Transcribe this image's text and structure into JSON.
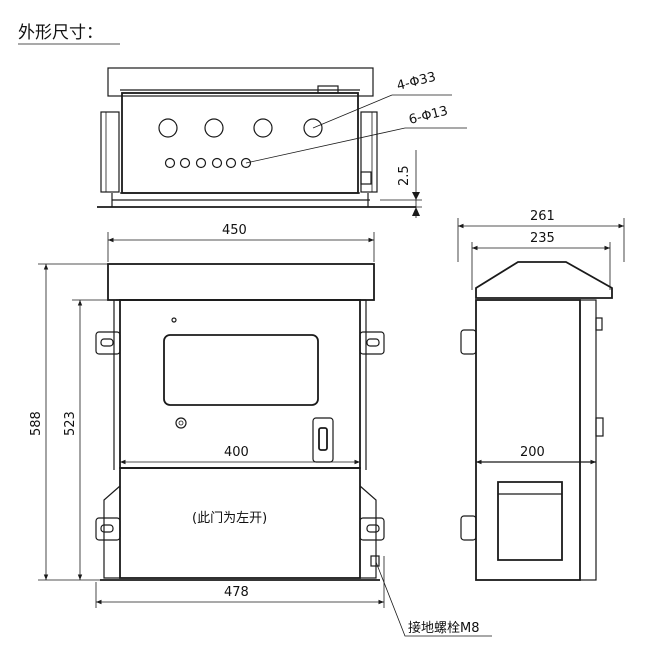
{
  "title": "外形尺寸：",
  "top_view": {
    "hole_large_label": "4-Φ33",
    "hole_small_label": "6-Φ13",
    "thickness_label": "2.5"
  },
  "front_view": {
    "roof_width": "450",
    "total_height": "588",
    "body_height": "523",
    "inner_width": "400",
    "mount_width": "478",
    "door_note": "(此门为左开)",
    "ground_bolt": "接地螺栓M8"
  },
  "side_view": {
    "roof_depth": "261",
    "body_depth": "235",
    "window_width": "200"
  }
}
